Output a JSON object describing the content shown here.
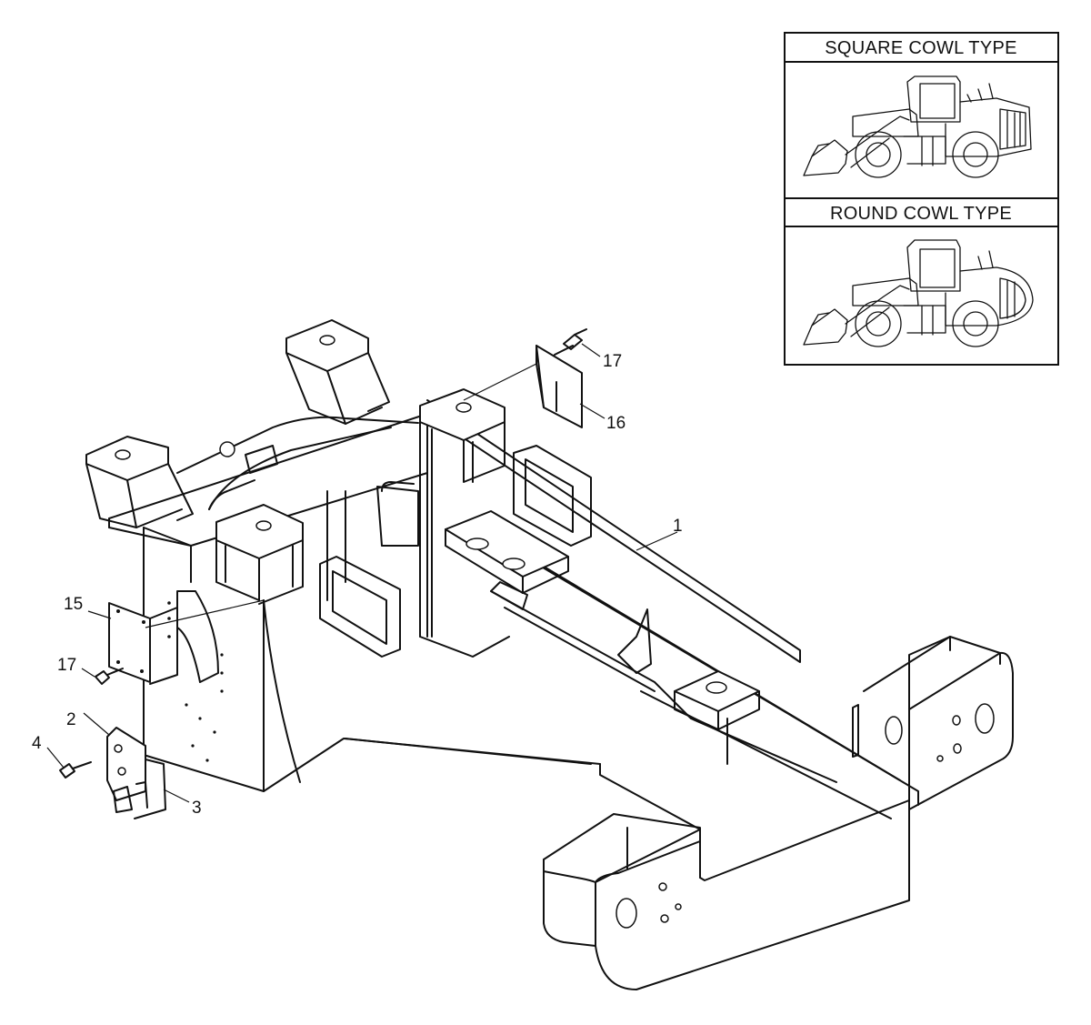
{
  "inset": {
    "panels": [
      {
        "title": "SQUARE COWL TYPE",
        "image": "wheel-loader-square-cowl"
      },
      {
        "title": "ROUND COWL TYPE",
        "image": "wheel-loader-round-cowl"
      }
    ]
  },
  "diagram": {
    "image": "rear-frame-exploded-view",
    "callouts": {
      "c1": "1",
      "c2": "2",
      "c3": "3",
      "c4": "4",
      "c15": "15",
      "c16": "16",
      "c17_top": "17",
      "c17_left": "17"
    }
  }
}
